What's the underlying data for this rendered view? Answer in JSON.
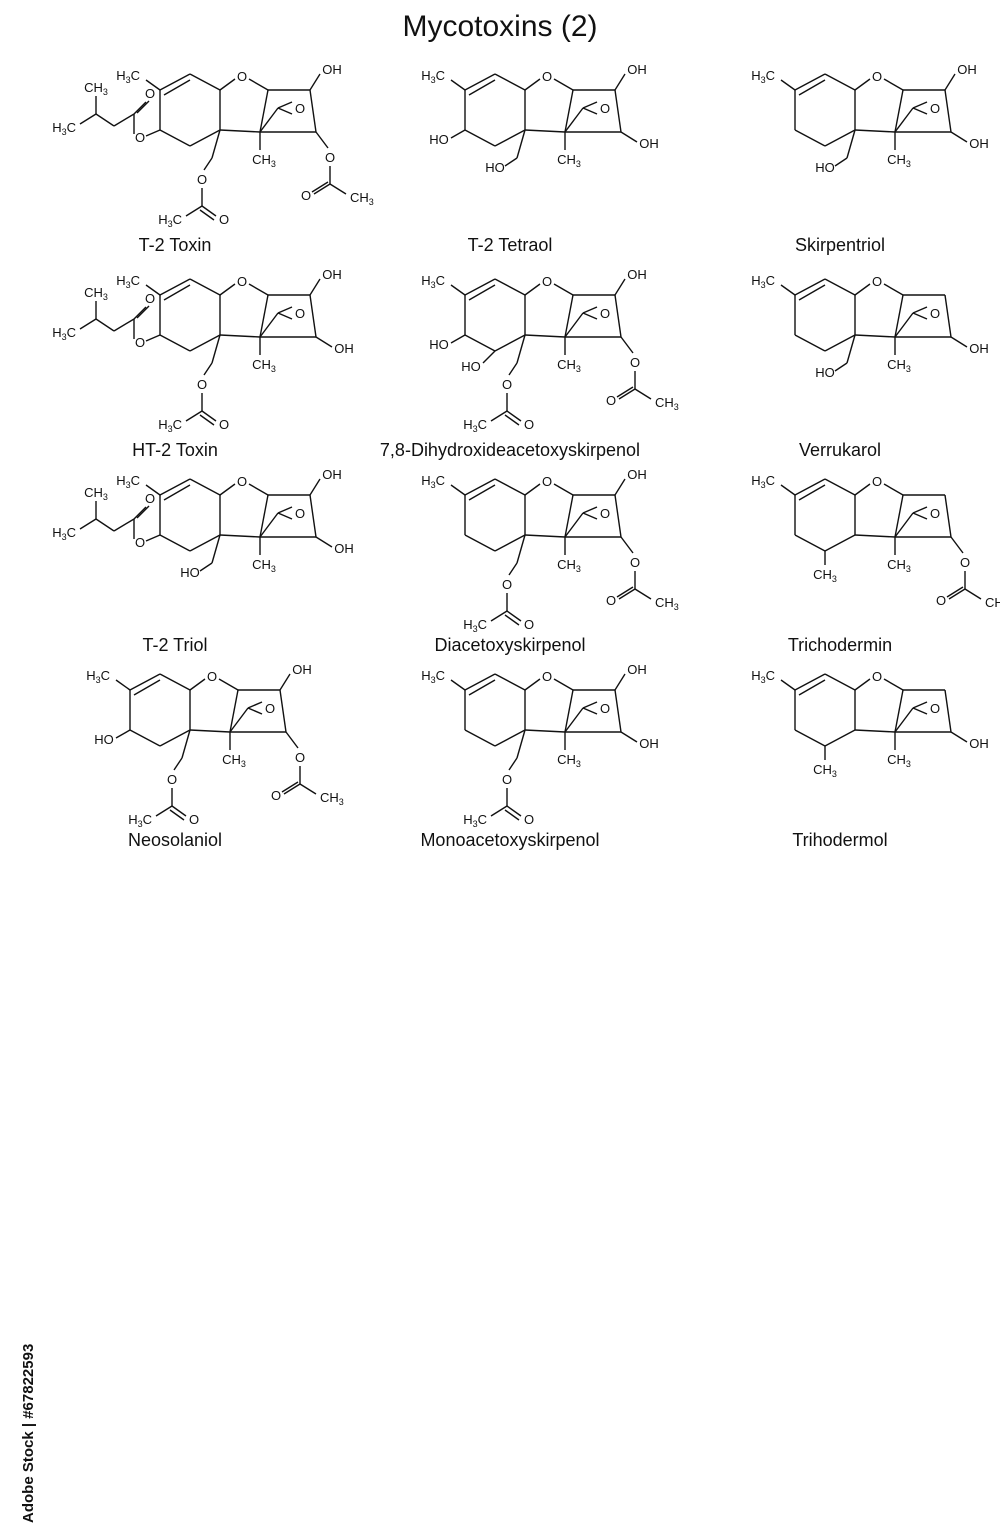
{
  "title": "Mycotoxins (2)",
  "stock": "Adobe Stock | #67822593",
  "atoms": {
    "h3c": "H3C",
    "ch3": "CH3",
    "oh": "OH",
    "ho": "HO",
    "o": "O"
  },
  "compounds": [
    {
      "name": "T-2 Toxin",
      "c4": "isovalerate",
      "c8": "none",
      "c15": "acetate",
      "r3": "OH",
      "r4": "acetate"
    },
    {
      "name": "T-2 Tetraol",
      "c4": "none",
      "c8": "none",
      "c15": "OH",
      "r3": "OH",
      "r4": "OH",
      "c3_oh": true
    },
    {
      "name": "Skirpentriol",
      "c4": "none",
      "c8": "none",
      "c15": "OH",
      "r3": "OH",
      "r4": "OH"
    },
    {
      "name": "HT-2 Toxin",
      "c4": "isovalerate",
      "c8": "none",
      "c15": "acetate",
      "r3": "OH",
      "r4": "OH"
    },
    {
      "name": "7,8-Dihydroxideacetoxyskirpenol",
      "c4": "diol",
      "c8": "none",
      "c15": "acetate",
      "r3": "OH",
      "r4": "acetate"
    },
    {
      "name": "Verrukarol",
      "c4": "none",
      "c8": "none",
      "c15": "OH",
      "r3": "none",
      "r4": "OH"
    },
    {
      "name": "T-2 Triol",
      "c4": "isovalerate",
      "c8": "none",
      "c15": "OH",
      "r3": "OH",
      "r4": "OH"
    },
    {
      "name": "Diacetoxyskirpenol",
      "c4": "none",
      "c8": "none",
      "c15": "acetate",
      "r3": "OH",
      "r4": "acetate"
    },
    {
      "name": "Trichodermin",
      "c4": "none",
      "c8": "none",
      "c15": "CH3",
      "r3": "none",
      "r4": "acetate"
    },
    {
      "name": "Neosolaniol",
      "c4": "OH",
      "c8": "none",
      "c15": "acetate",
      "r3": "OH",
      "r4": "acetate"
    },
    {
      "name": "Monoacetoxyskirpenol",
      "c4": "none",
      "c8": "none",
      "c15": "acetate",
      "r3": "OH",
      "r4": "OH"
    },
    {
      "name": "Trihodermol",
      "c4": "none",
      "c8": "none",
      "c15": "CH3",
      "r3": "none",
      "r4": "OH"
    }
  ]
}
